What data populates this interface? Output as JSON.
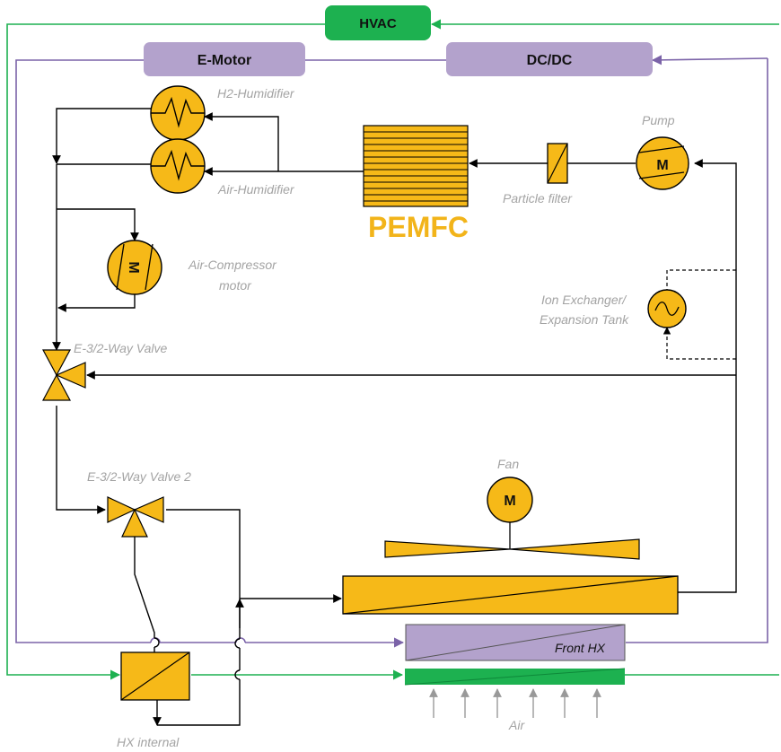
{
  "colors": {
    "component_fill": "#F6B918",
    "hvac_green": "#1DB150",
    "purple_box": "#B3A2CC",
    "purple_line": "#7B63A8",
    "line_black": "#000000",
    "label_gray": "#A3A3A3",
    "pemfc_text": "#F2B41A"
  },
  "boxes": {
    "hvac": "HVAC",
    "emotor": "E-Motor",
    "dcdc": "DC/DC"
  },
  "labels": {
    "h2_humidifier": "H2-Humidifier",
    "air_humidifier": "Air-Humidifier",
    "pemfc": "PEMFC",
    "pump": "Pump",
    "particle_filter": "Particle filter",
    "compressor_line1": "Air-Compressor",
    "compressor_line2": "motor",
    "ion_line1": "Ion Exchanger/",
    "ion_line2": "Expansion Tank",
    "valve1": "E-3/2-Way Valve",
    "valve2": "E-3/2-Way Valve 2",
    "fan": "Fan",
    "front_hx": "Front HX",
    "air": "Air",
    "hx_internal": "HX internal"
  },
  "motor_symbol": "M",
  "icons": {
    "motor": "motor-icon",
    "heat_exchanger": "heat-exchanger-icon",
    "valve": "three-way-valve-icon",
    "filter": "filter-icon",
    "ion_exchanger": "ion-exchanger-icon",
    "fan": "fan-blade-icon",
    "arrow": "arrow-icon"
  }
}
